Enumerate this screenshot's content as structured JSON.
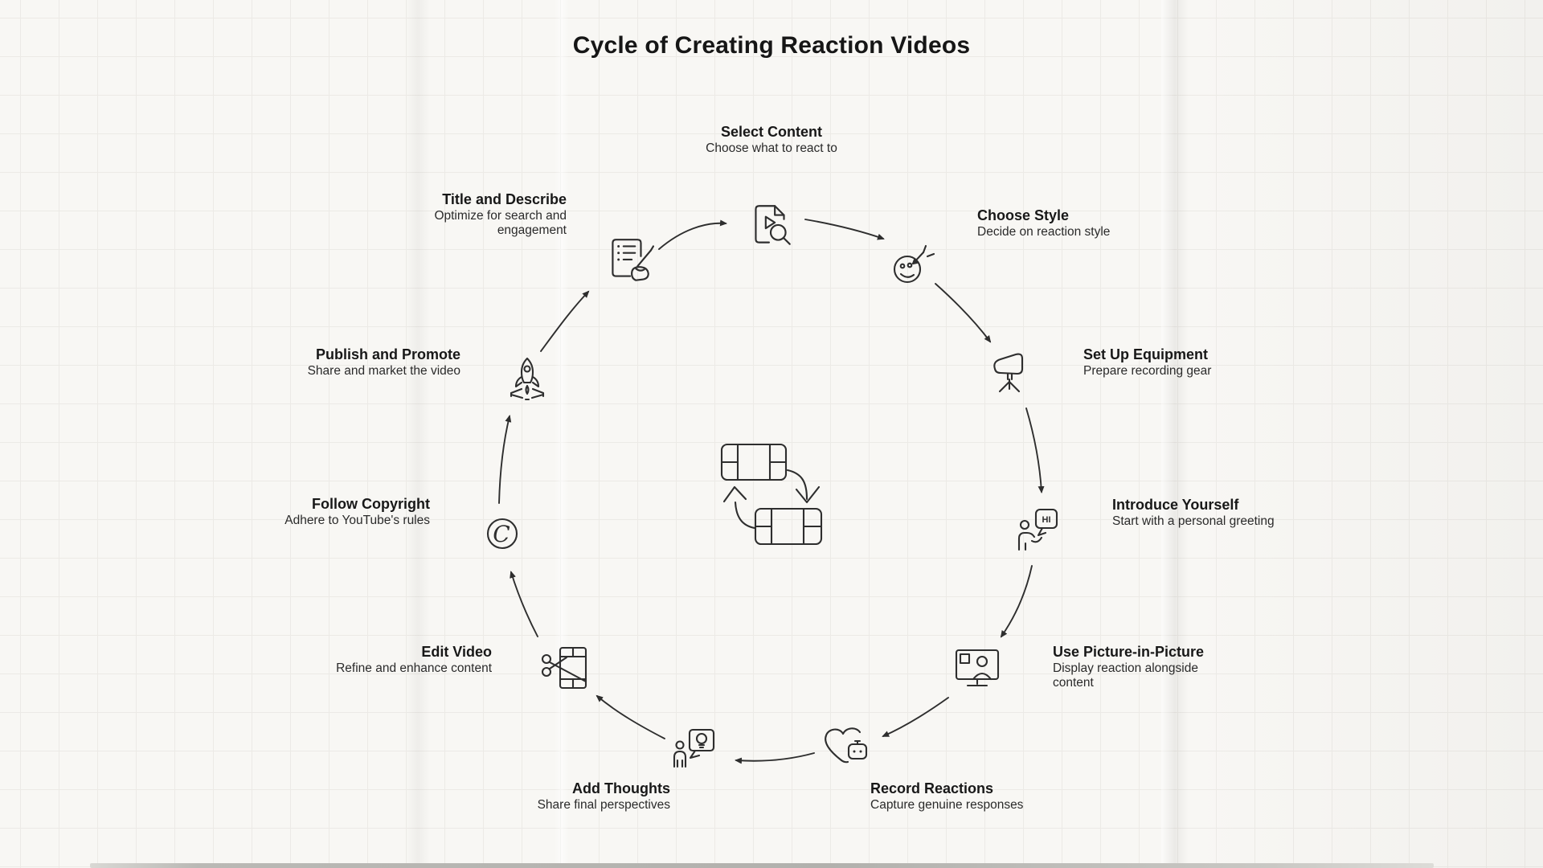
{
  "title": "Cycle of Creating Reaction Videos",
  "colors": {
    "background": "#f8f7f4",
    "grid_line": "#eceae6",
    "ink": "#2e2e2e",
    "text": "#1d1d1d"
  },
  "center_icon": "video-clips-cycle-icon",
  "steps": [
    {
      "id": "select-content",
      "title": "Select Content",
      "description": "Choose what to react to",
      "icon": "document-play-search-icon"
    },
    {
      "id": "choose-style",
      "title": "Choose Style",
      "description": "Decide on reaction style",
      "icon": "smiley-pencil-icon"
    },
    {
      "id": "set-up-equipment",
      "title": "Set Up Equipment",
      "description": "Prepare recording gear",
      "icon": "studio-light-tripod-icon"
    },
    {
      "id": "introduce-yourself",
      "title": "Introduce Yourself",
      "description": "Start with a personal greeting",
      "icon": "person-greeting-icon",
      "icon_text": "HI"
    },
    {
      "id": "use-picture-in-picture",
      "title": "Use Picture-in-Picture",
      "description": "Display reaction alongside content",
      "icon": "monitor-pip-icon"
    },
    {
      "id": "record-reactions",
      "title": "Record Reactions",
      "description": "Capture genuine responses",
      "icon": "heart-camera-icon"
    },
    {
      "id": "add-thoughts",
      "title": "Add Thoughts",
      "description": "Share final perspectives",
      "icon": "person-idea-bubble-icon"
    },
    {
      "id": "edit-video",
      "title": "Edit Video",
      "description": "Refine and enhance content",
      "icon": "scissors-film-icon"
    },
    {
      "id": "follow-copyright",
      "title": "Follow Copyright",
      "description": "Adhere to YouTube's rules",
      "icon": "copyright-icon",
      "icon_text": "C"
    },
    {
      "id": "publish-and-promote",
      "title": "Publish and Promote",
      "description": "Share and market the video",
      "icon": "rocket-launch-icon"
    },
    {
      "id": "title-and-describe",
      "title": "Title and Describe",
      "description": "Optimize for search and engagement",
      "icon": "document-pen-icon"
    }
  ]
}
